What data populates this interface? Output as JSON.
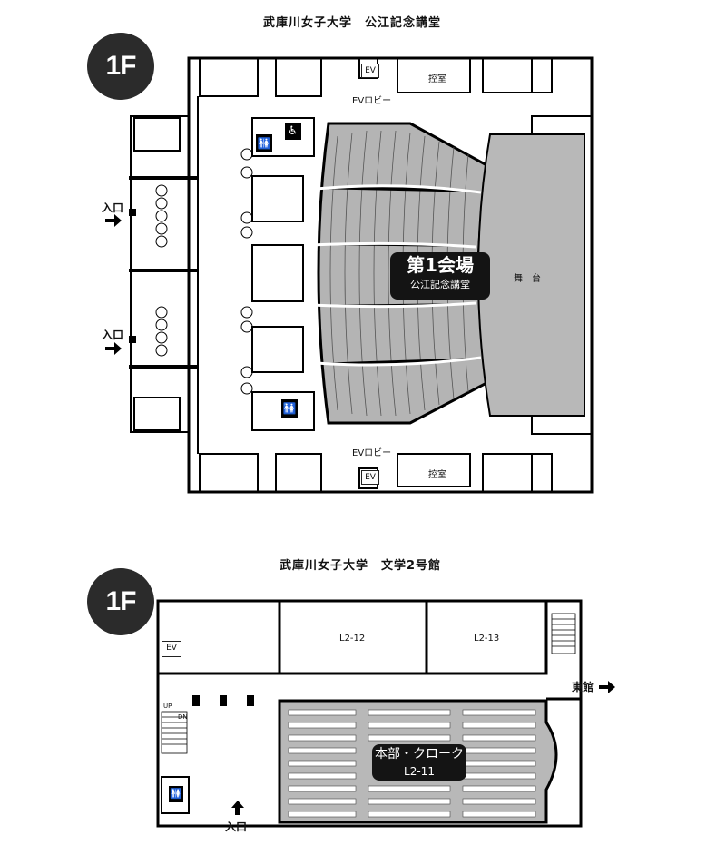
{
  "map1": {
    "title": "武庫川女子大学　公江記念講堂",
    "floor": "1F",
    "hall_name": "第1会場",
    "hall_sub": "公江記念講堂",
    "stage": "舞　台",
    "ctrl_room_top": "控室",
    "ctrl_room_bottom": "控室",
    "ev_lobby_top": "EVロビー",
    "ev_lobby_bottom": "EVロビー",
    "ev_top": "EV",
    "ev_bottom": "EV",
    "entrance_top": "入口",
    "entrance_bottom": "入口"
  },
  "map2": {
    "title": "武庫川女子大学　文学2号館",
    "floor": "1F",
    "room_a": "L2-12",
    "room_b": "L2-13",
    "main_room": "本部・クローク",
    "main_room_no": "L2-11",
    "east_wing": "東館",
    "entrance": "入口",
    "ev": "EV",
    "up": "UP",
    "dn": "DN"
  },
  "colors": {
    "seating": "#b4b4b4",
    "stage": "#b8b8b8",
    "label_bg": "#141414",
    "wall": "#000000"
  },
  "icons": [
    "wheelchair-icon",
    "restroom-icon",
    "arrow-right-icon",
    "arrow-up-icon"
  ]
}
